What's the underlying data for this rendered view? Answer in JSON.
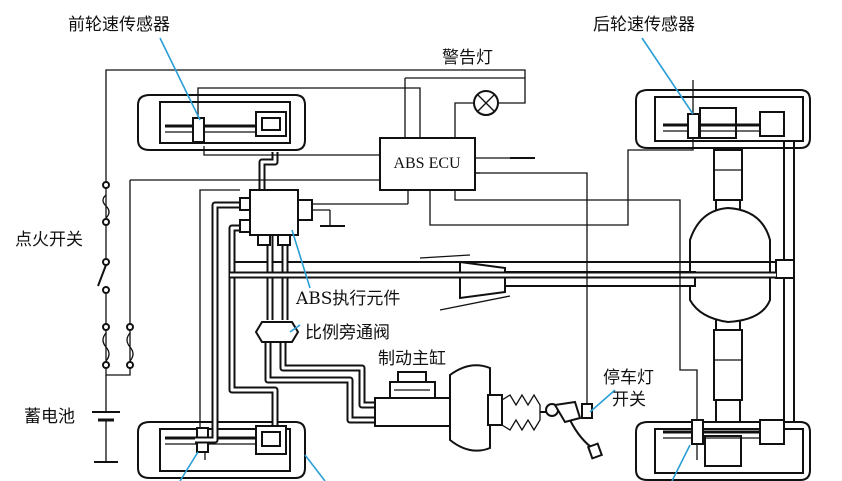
{
  "labels": {
    "front_wheel_sensor": "前轮速传感器",
    "rear_wheel_sensor": "后轮速传感器",
    "warning_lamp": "警告灯",
    "ecu": "ABS ECU",
    "ignition_switch": "点火开关",
    "abs_actuator": "ABS执行元件",
    "proportioning_valve": "比例旁通阀",
    "master_cylinder": "制动主缸",
    "stop_lamp_switch_line1": "停车灯",
    "stop_lamp_switch_line2": "开关",
    "battery": "蓄电池"
  },
  "colors": {
    "line": "#111111",
    "leader": "#2a9fd6",
    "background": "#ffffff"
  }
}
